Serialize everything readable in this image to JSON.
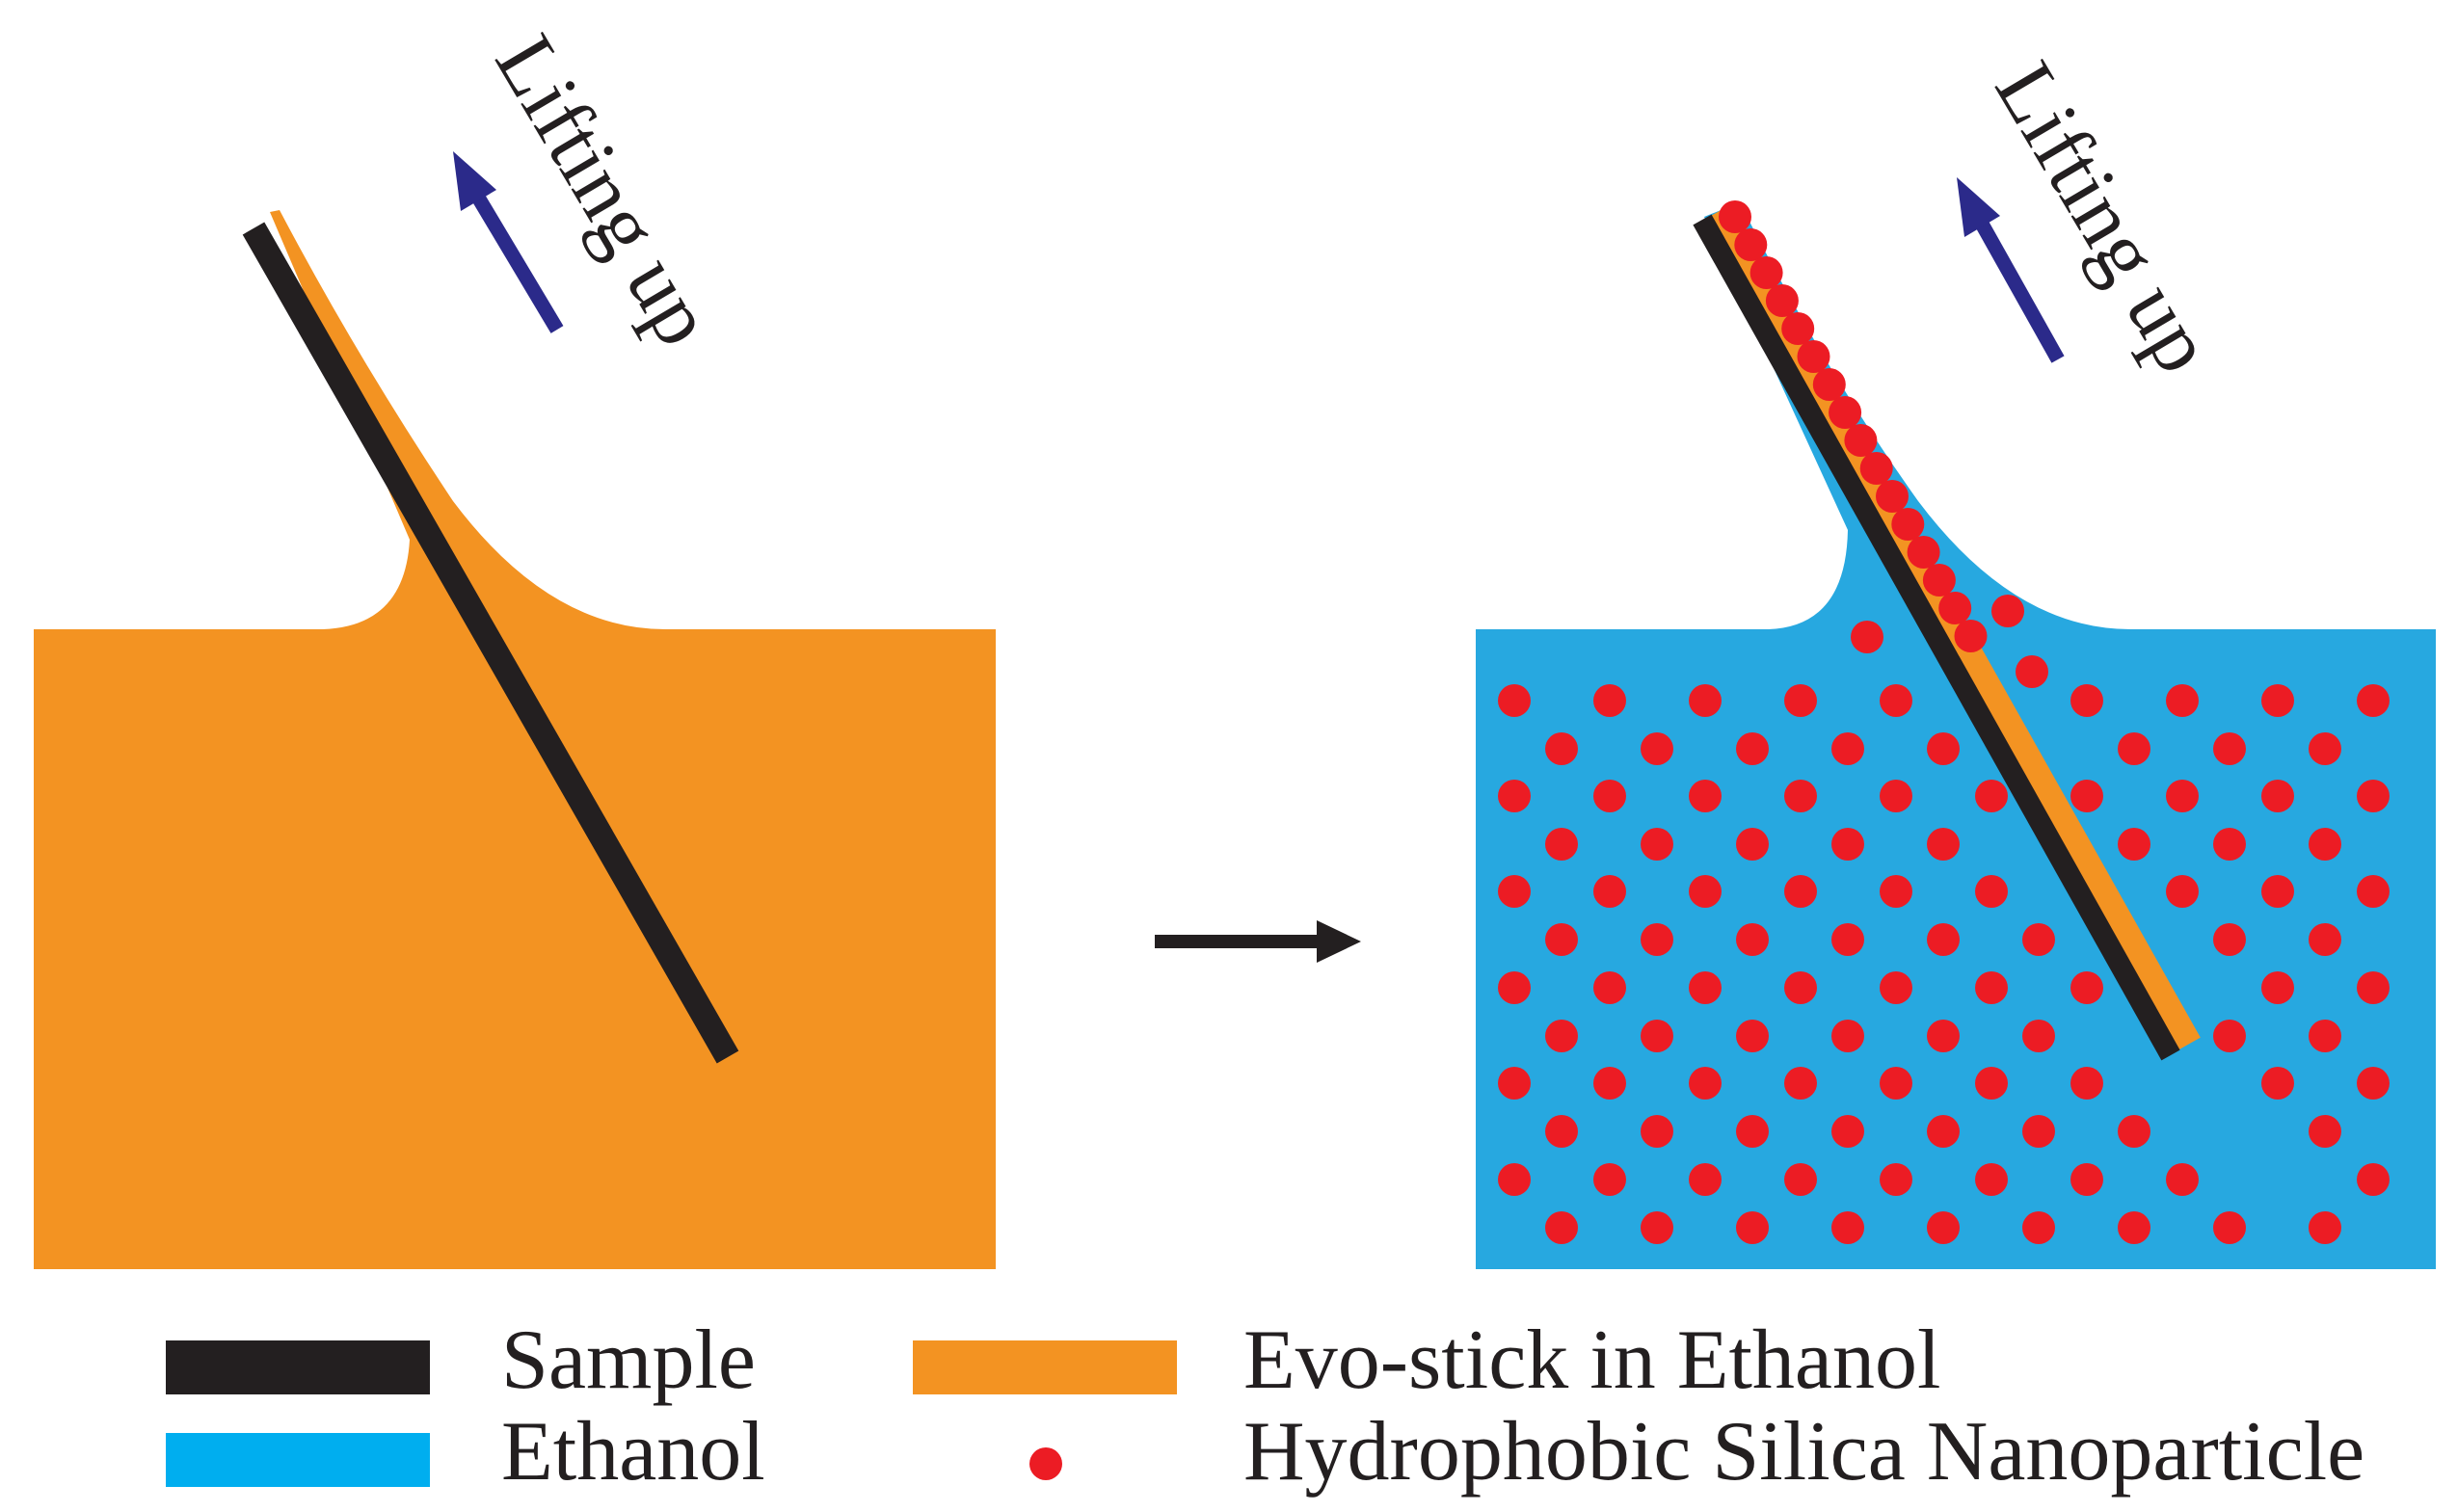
{
  "left_panel": {
    "lift_label": "Lifting up",
    "liquid_color": "#f39322",
    "sample_color": "#231f20",
    "arrow_color": "#2b2a8a"
  },
  "right_panel": {
    "lift_label": "Lifting up",
    "liquid_color": "#27a8e0",
    "coating_color": "#f39322",
    "particle_color": "#ec1c24",
    "arrow_color": "#2b2a8a"
  },
  "transition_arrow_color": "#231f20",
  "legend": {
    "items": [
      {
        "label": "Sample",
        "color": "#231f20",
        "swatch": "bar"
      },
      {
        "label": "Evo-stick in Ethanol",
        "color": "#f39322",
        "swatch": "bar"
      },
      {
        "label": "Ethanol",
        "color": "#00aeef",
        "swatch": "bar"
      },
      {
        "label": "Hydrophobic Silica Nanoparticle",
        "color": "#ec1c24",
        "swatch": "dot"
      }
    ]
  }
}
